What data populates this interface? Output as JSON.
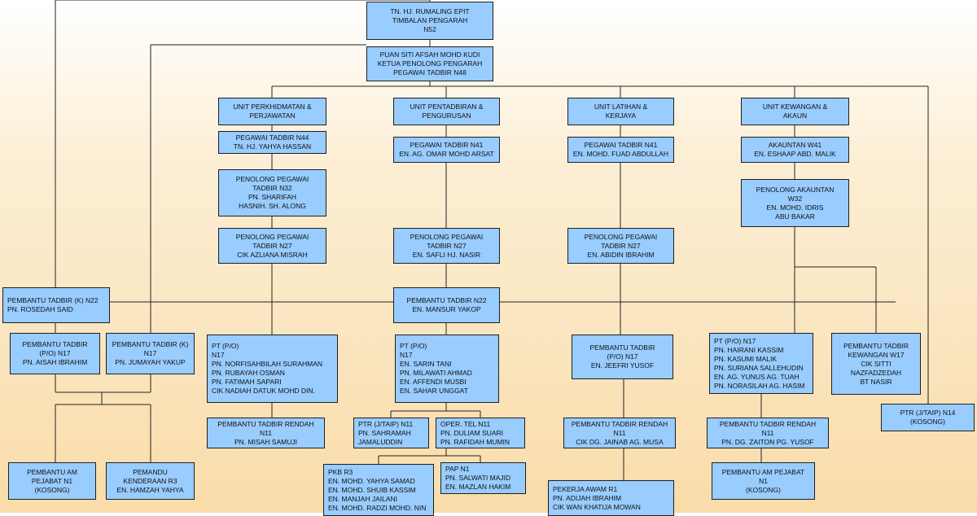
{
  "nodes": [
    {
      "id": "timbalan-pengarah",
      "lines": [
        "TN. HJ. RUMALING EPIT",
        "TIMBALAN PENGARAH",
        "N52"
      ]
    },
    {
      "id": "ketua-penolong-pengarah",
      "lines": [
        "PUAN SITI AFSAH MOHD KUDI",
        "KETUA PENOLONG PENGARAH",
        "PEGAWAI TADBIR N48"
      ]
    },
    {
      "id": "unit-perkhidmatan",
      "lines": [
        "UNIT PERKHIDMATAN &",
        "PERJAWATAN"
      ]
    },
    {
      "id": "unit-pentadbiran",
      "lines": [
        "UNIT PENTADBIRAN &",
        "PENGURUSAN"
      ]
    },
    {
      "id": "unit-latihan",
      "lines": [
        "UNIT LATIHAN &",
        "KERJAYA"
      ]
    },
    {
      "id": "unit-kewangan",
      "lines": [
        "UNIT KEWANGAN &",
        "AKAUN"
      ]
    },
    {
      "id": "pegawai-tadbir-n44",
      "lines": [
        "PEGAWAI TADBIR N44",
        "TN. HJ. YAHYA HASSAN"
      ]
    },
    {
      "id": "pegawai-tadbir-n41-a",
      "lines": [
        "PEGAWAI TADBIR N41",
        "EN. AG. OMAR MOHD ARSAT"
      ]
    },
    {
      "id": "pegawai-tadbir-n41-b",
      "lines": [
        "PEGAWAI TADBIR N41",
        "EN. MOHD. FUAD ABDULLAH"
      ]
    },
    {
      "id": "akauntan-w41",
      "lines": [
        "AKAUNTAN W41",
        "EN. ESHAAP ABD. MALIK"
      ]
    },
    {
      "id": "penolong-pegawai-n32",
      "lines": [
        "PENOLONG PEGAWAI",
        "TADBIR N32",
        "PN. SHARIFAH",
        "HASNIH. SH. ALONG"
      ]
    },
    {
      "id": "penolong-akauntan-w32",
      "lines": [
        "PENOLONG AKAUNTAN",
        "W32",
        "EN. MOHD. IDRIS",
        "ABU BAKAR"
      ]
    },
    {
      "id": "penolong-pegawai-n27-a",
      "lines": [
        "PENOLONG PEGAWAI",
        "TADBIR N27",
        "CIK AZLIANA MISRAH"
      ]
    },
    {
      "id": "penolong-pegawai-n27-b",
      "lines": [
        "PENOLONG PEGAWAI",
        "TADBIR N27",
        "EN. SAFLI HJ. NASIR"
      ]
    },
    {
      "id": "penolong-pegawai-n27-c",
      "lines": [
        "PENOLONG PEGAWAI",
        "TADBIR N27",
        "EN. ABIDIN IBRAHIM"
      ]
    },
    {
      "id": "pembantu-tadbir-k-n22",
      "lines": [
        "PEMBANTU TADBIR (K) N22",
        "PN. ROSEDAH SAID"
      ],
      "align": "left"
    },
    {
      "id": "pembantu-tadbir-n22",
      "lines": [
        "PEMBANTU TADBIR N22",
        "EN. MANSUR YAKOP"
      ]
    },
    {
      "id": "pembantu-tadbir-po-n17-a",
      "lines": [
        "PEMBANTU TADBIR",
        "(P/O) N17",
        "PN. AISAH IBRAHIM"
      ]
    },
    {
      "id": "pembantu-tadbir-k-n17",
      "lines": [
        "PEMBANTU TADBIR (K)",
        "N17",
        "PN. JUMAYAH YAKUP"
      ]
    },
    {
      "id": "pt-po-n17-a",
      "lines": [
        "PT (P/O)",
        "N17",
        "PN. NORFISAHBILAH SURAHMAN",
        "PN. RUBAYAH OSMAN",
        "PN. FATIMAH SAPARI",
        "CIK NADIAH DATUK MOHD DIN."
      ],
      "align": "left"
    },
    {
      "id": "pt-po-n17-b",
      "lines": [
        "PT (P/O)",
        "N17",
        "EN. SARIN TANI",
        "PN. MILAWATI AHMAD",
        "EN. AFFENDI MUSBI",
        "EN. SAHAR UNGGAT"
      ],
      "align": "left"
    },
    {
      "id": "pembantu-tadbir-po-n17-b",
      "lines": [
        "PEMBANTU TADBIR",
        "(P/O) N17",
        "EN. JEEFRI YUSOF"
      ]
    },
    {
      "id": "pt-po-n17-c",
      "lines": [
        "PT (P/O) N17",
        "PN. HAIRANI KASSIM",
        "PN. KASUMI MALIK",
        "PN. SURIANA SALLEHUDIN",
        "EN. AG. YUNUS AG. TUAH",
        "PN. NORASILAH AG. HASIM"
      ],
      "align": "left"
    },
    {
      "id": "pembantu-tadbir-kewangan-w17",
      "lines": [
        "PEMBANTU TADBIR",
        "KEWANGAN W17",
        "CIK SITTI",
        "NAZFADZEDAH",
        "BT NASIR"
      ]
    },
    {
      "id": "ptr-jtaip-n14",
      "lines": [
        "PTR (J/TAIP) N14",
        "(KOSONG)"
      ]
    },
    {
      "id": "pembantu-tadbir-rendah-a",
      "lines": [
        "PEMBANTU TADBIR RENDAH",
        "N11",
        "PN. MISAH SAMUJI"
      ]
    },
    {
      "id": "ptr-jtaip-n11",
      "lines": [
        "PTR (J/TAIP) N11",
        "PN. SAHRAMAH",
        "JAMALUDDIN"
      ],
      "align": "left"
    },
    {
      "id": "oper-tel-n11",
      "lines": [
        "OPER. TEL N11",
        "PN. DULIAM SUARI",
        "PN. RAFIDAH MUMIN"
      ],
      "align": "left"
    },
    {
      "id": "pembantu-tadbir-rendah-b",
      "lines": [
        "PEMBANTU TADBIR RENDAH",
        "N11",
        "CIK DG. JAINAB AG. MUSA"
      ]
    },
    {
      "id": "pembantu-tadbir-rendah-c",
      "lines": [
        "PEMBANTU TADBIR RENDAH",
        "N11",
        "PN. DG. ZAITON PG. YUSOF"
      ]
    },
    {
      "id": "pembantu-am-pejabat-a",
      "lines": [
        "PEMBANTU AM",
        "PEJABAT N1",
        "(KOSONG)"
      ]
    },
    {
      "id": "pemandu-kenderaan",
      "lines": [
        "PEMANDU",
        "KENDERAAN R3",
        "EN. HAMZAH YAHYA"
      ]
    },
    {
      "id": "pkb-r3",
      "lines": [
        "PKB R3",
        "EN. MOHD. YAHYA SAMAD",
        "EN. MOHD. SHUIB KASSIM",
        "EN. MANJAH JAILANI",
        "EN. MOHD. RADZI MOHD. NIN"
      ],
      "align": "left"
    },
    {
      "id": "pap-n1",
      "lines": [
        "PAP N1",
        "PN. SALWATI MAJID",
        "EN. MAZLAN HAKIM"
      ],
      "align": "left"
    },
    {
      "id": "pekerja-awam-r1",
      "lines": [
        "PEKERJA AWAM R1",
        "PN. ADIJAH IBRAHIM",
        "CIK WAN KHATIJA MOWAN"
      ],
      "align": "left"
    },
    {
      "id": "pembantu-am-pejabat-b",
      "lines": [
        "PEMBANTU AM PEJABAT",
        "N1",
        "(KOSONG)"
      ]
    }
  ]
}
